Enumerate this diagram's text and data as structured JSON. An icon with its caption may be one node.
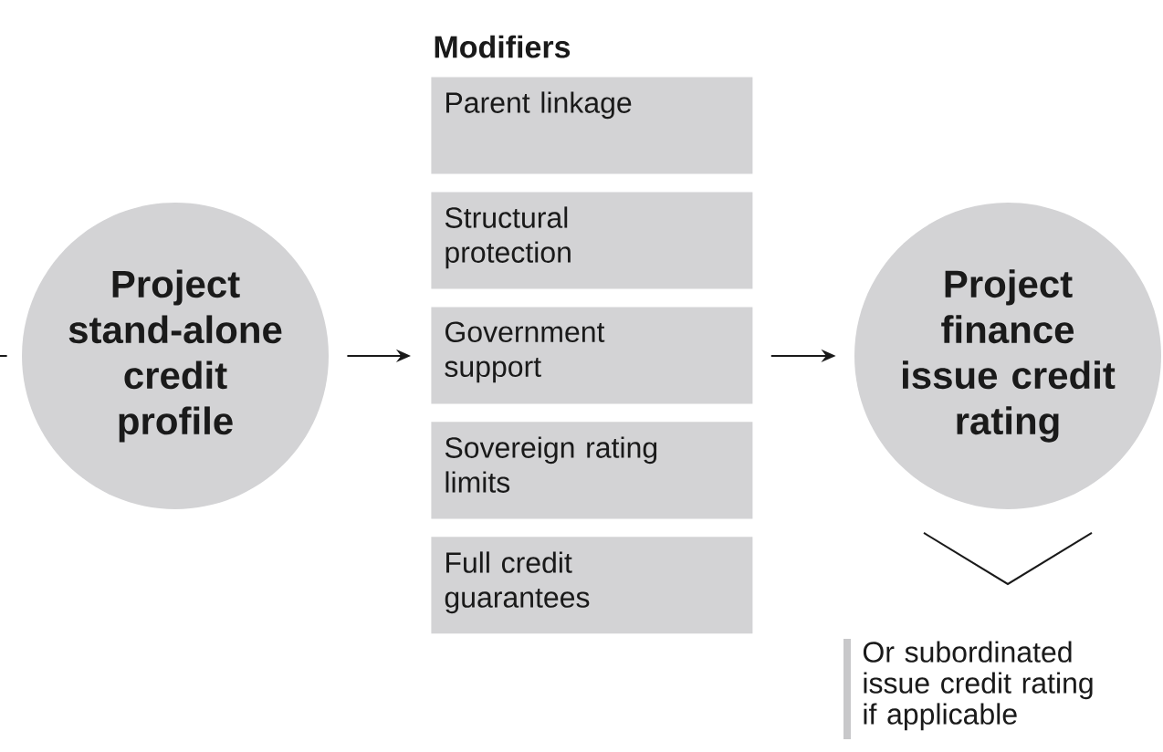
{
  "diagram": {
    "nodes": [
      {
        "text": [
          "Project stand-alone credit profile"
        ]
      },
      {
        "text": [
          "Parent linkage"
        ]
      },
      {
        "text": [
          "Structural protection"
        ]
      },
      {
        "text": [
          "Government support"
        ]
      },
      {
        "text": [
          "Sovereign rating limits"
        ]
      },
      {
        "text": [
          "Full credit guarantees"
        ]
      },
      {
        "text": [
          "Project finance issue credit rating"
        ]
      }
    ],
    "edges": [
      {
        "from": null,
        "to": 0,
        "arrow": "none"
      },
      {
        "from": 0,
        "to": 3,
        "arrow": "to"
      },
      {
        "from": 3,
        "to": 6,
        "arrow": "to"
      }
    ],
    "labels": [
      "Modifiers",
      "Or subordinated issue credit rating if applicable"
    ]
  }
}
